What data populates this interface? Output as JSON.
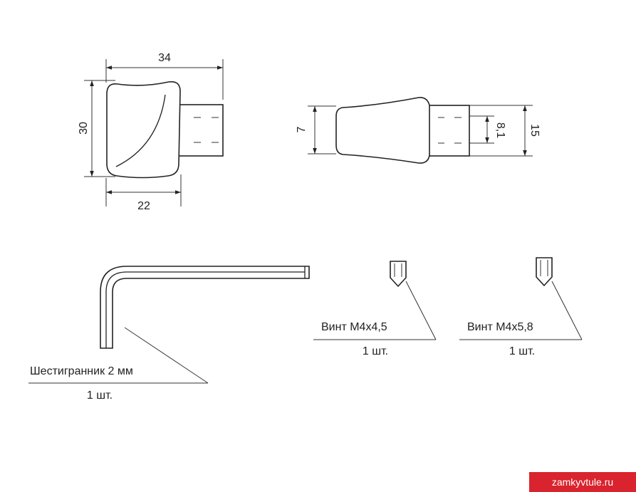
{
  "dimensions": {
    "total_width": "34",
    "knob_height": "30",
    "knob_width": "22",
    "knob_thickness": "7",
    "shaft_size": "8,1",
    "shaft_length": "15"
  },
  "items": {
    "hex_key": {
      "name": "Шестигранник 2 мм",
      "qty": "1 шт."
    },
    "screw_1": {
      "name": "Винт М4х4,5",
      "qty": "1 шт."
    },
    "screw_2": {
      "name": "Винт М4х5,8",
      "qty": "1 шт."
    }
  },
  "watermark": "zamkyvtule.ru"
}
